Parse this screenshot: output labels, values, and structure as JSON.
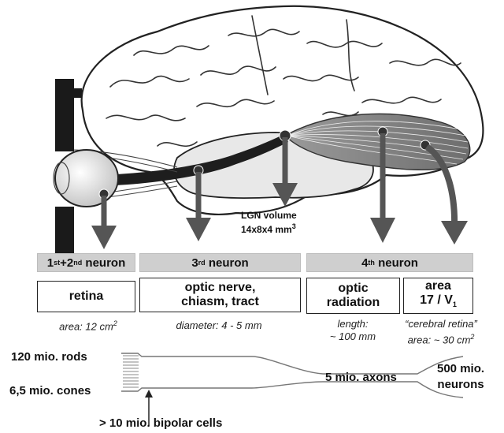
{
  "lgn": {
    "line1": "LGN volume",
    "line2_prefix": "14x8x4 mm",
    "line2_sup": "3"
  },
  "neurons": {
    "first": {
      "prefix": "1",
      "sup1": "st",
      "mid": "+2",
      "sup2": "nd",
      "suffix": " neuron"
    },
    "third": {
      "prefix": "3",
      "sup": "rd",
      "suffix": " neuron"
    },
    "fourth": {
      "prefix": "4",
      "sup": "th",
      "suffix": " neuron"
    }
  },
  "structures": {
    "retina": "retina",
    "optic_nerve": {
      "line1": "optic nerve,",
      "line2": "chiasm, tract"
    },
    "optic_radiation": {
      "line1": "optic",
      "line2": "radiation"
    },
    "area17": {
      "line1": "area",
      "line2_prefix": "17 / V",
      "line2_sub": "1"
    }
  },
  "notes": {
    "retina_area": {
      "prefix": "area: 12 cm",
      "sup": "2"
    },
    "diameter": "diameter: 4 - 5 mm",
    "length": {
      "line1": "length:",
      "line2": "~ 100 mm"
    },
    "cerebral": {
      "line1": "“cerebral retina”",
      "line2_prefix": "area: ~ 30 cm",
      "line2_sup": "2"
    }
  },
  "counts": {
    "rods": "120 mio. rods",
    "cones": "6,5 mio. cones",
    "bipolar": "> 10 mio. bipolar cells",
    "axons": "5 mio. axons",
    "neurons": {
      "line1": "500 mio.",
      "line2": "neurons"
    }
  }
}
